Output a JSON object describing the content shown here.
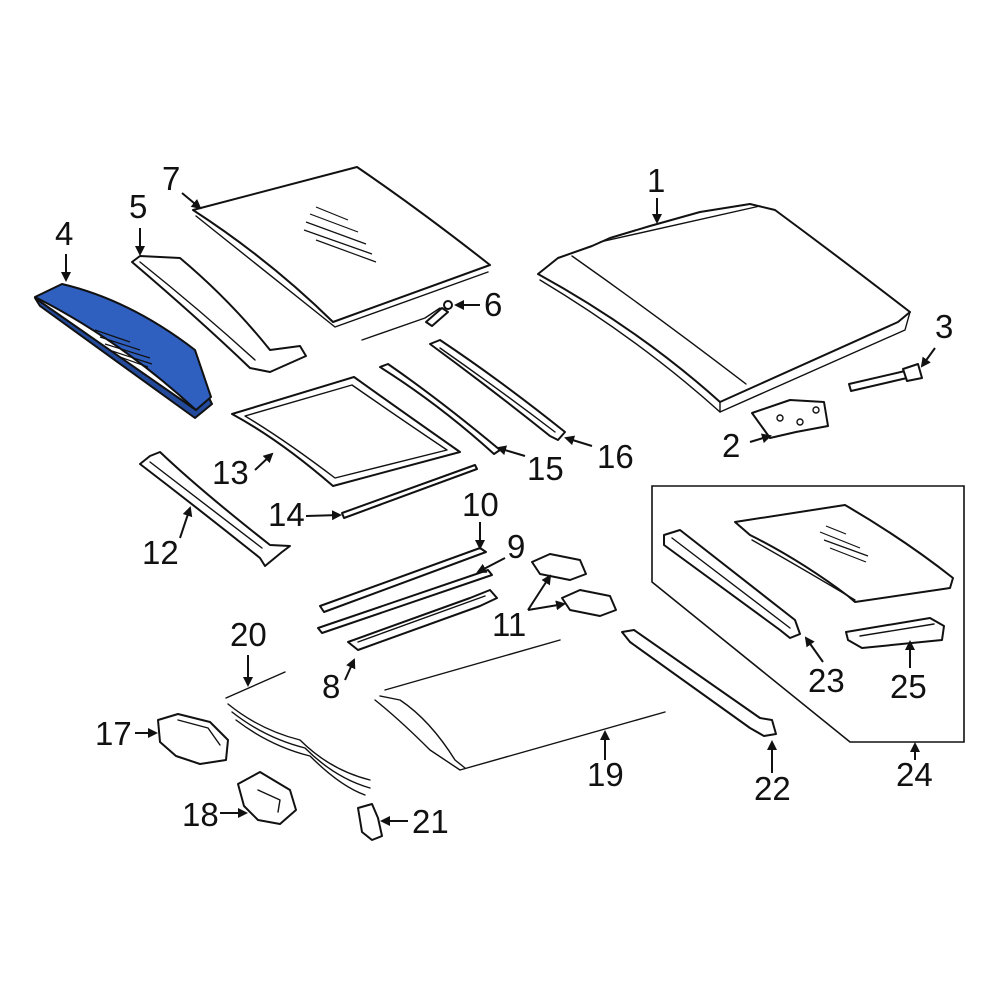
{
  "diagram": {
    "highlight_color": "#2f5fbf",
    "line_color": "#111111",
    "background": "#ffffff",
    "callouts": {
      "c1": "1",
      "c2": "2",
      "c3": "3",
      "c4": "4",
      "c5": "5",
      "c6": "6",
      "c7": "7",
      "c8": "8",
      "c9": "9",
      "c10": "10",
      "c11": "11",
      "c12": "12",
      "c13": "13",
      "c14": "14",
      "c15": "15",
      "c16": "16",
      "c17": "17",
      "c18": "18",
      "c19": "19",
      "c20": "20",
      "c21": "21",
      "c22": "22",
      "c23": "23",
      "c24": "24",
      "c25": "25"
    },
    "highlighted_part": "4"
  }
}
